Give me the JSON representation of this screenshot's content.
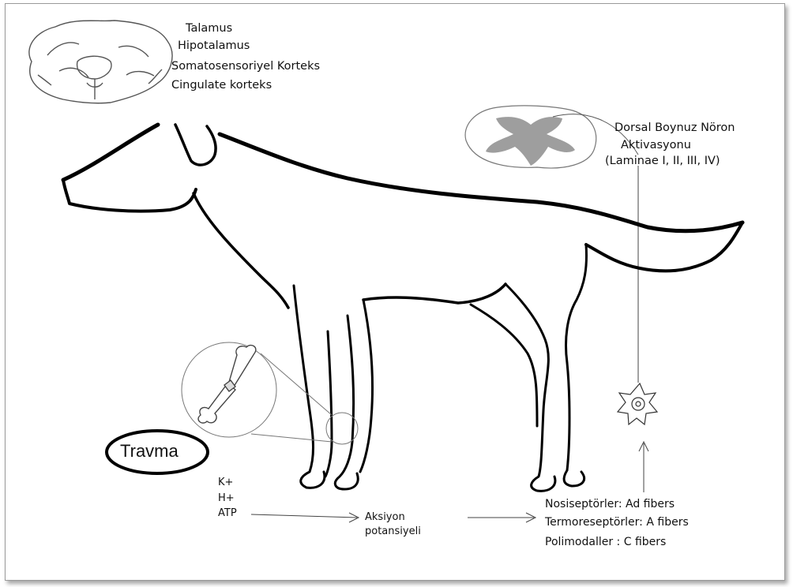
{
  "brain_regions": [
    "Talamus",
    "Hipotalamus",
    "Somatosensoriyel Korteks",
    "Cingulate korteks"
  ],
  "dorsal_horn": {
    "line1": "Dorsal Boynuz Nöron",
    "line2": "Aktivasyonu",
    "line3": "(Laminae I, II, III, IV)"
  },
  "trauma_label": "Travma",
  "mediators": [
    "K+",
    "H+",
    "ATP"
  ],
  "action_potential": {
    "line1": "Aksiyon",
    "line2": "potansiyeli"
  },
  "receptors": [
    "Nosiseptörler: Ad fibers",
    "Termoreseptörler: A fibers",
    "Polimodaller : C fibers"
  ]
}
